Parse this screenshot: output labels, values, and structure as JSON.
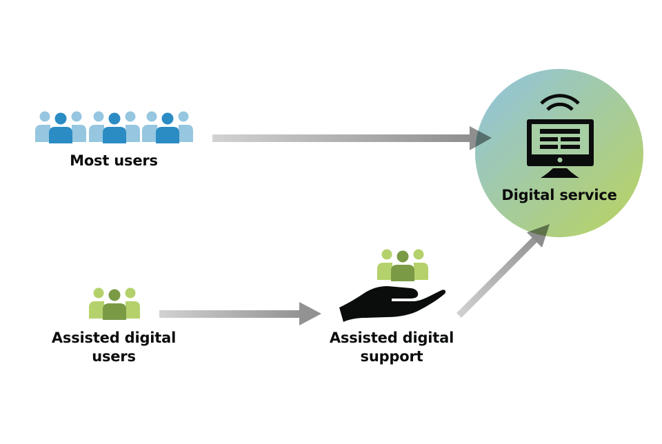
{
  "diagram": {
    "nodes": {
      "most_users": {
        "label": "Most users",
        "icon": "people-group-icon",
        "group_count": 3,
        "colors": {
          "side": "#96c6e0",
          "center": "#2b8cc4"
        }
      },
      "assisted_digital_users": {
        "label_line1": "Assisted digital",
        "label_line2": "users",
        "icon": "people-group-icon",
        "colors": {
          "side": "#b4d16b",
          "center": "#7a9a46"
        }
      },
      "assisted_digital_support": {
        "label_line1": "Assisted digital",
        "label_line2": "support",
        "icon": "hand-holding-people-icon",
        "colors": {
          "side": "#b4d16b",
          "center": "#7a9a46",
          "hand": "#0b0c0c"
        }
      },
      "digital_service": {
        "label": "Digital service",
        "icon": "computer-wifi-icon",
        "colors": {
          "gradient_start": "#8fc3df",
          "gradient_end": "#b5d162",
          "icon": "#0b0c0c"
        }
      }
    },
    "edges": [
      {
        "from": "most_users",
        "to": "digital_service"
      },
      {
        "from": "assisted_digital_users",
        "to": "assisted_digital_support"
      },
      {
        "from": "assisted_digital_support",
        "to": "digital_service"
      }
    ],
    "arrow_colors": {
      "start": "#d0d0d0",
      "end": "#8c8c8c"
    }
  }
}
